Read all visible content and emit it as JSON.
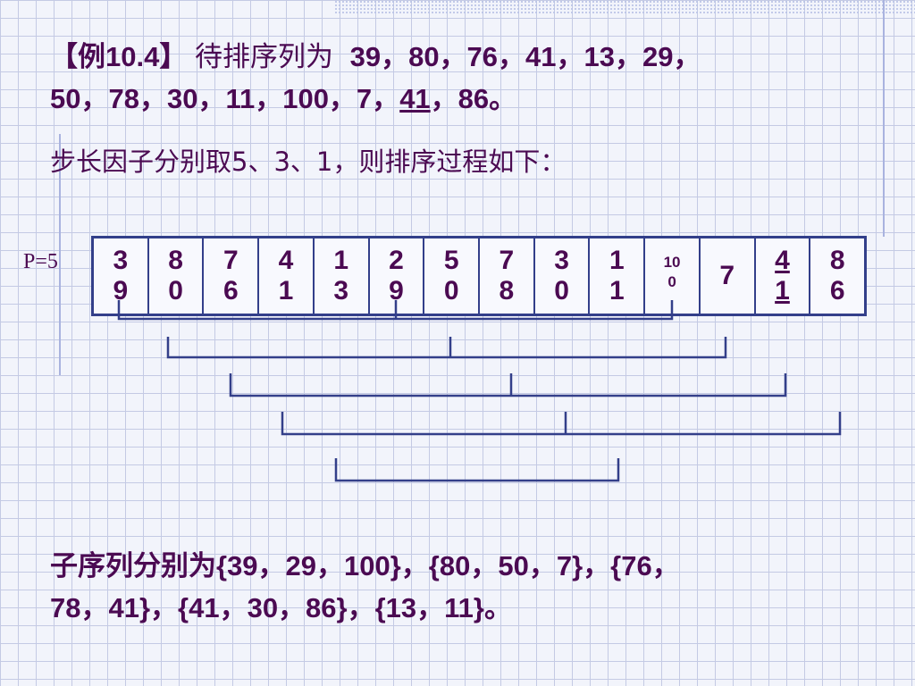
{
  "title_line1": {
    "prefix": "【例10.4】",
    "label": "待排序列为",
    "values": "39，80，76，41，13，29，"
  },
  "title_line2": {
    "before": "50，78，30，11，100，7，",
    "underlined": "41",
    "after": "，86。"
  },
  "step_line": "步长因子分别取5、3、1，则排序过程如下：",
  "p_label": "P=5",
  "cells": [
    "39",
    "80",
    "76",
    "41",
    "13",
    "29",
    "50",
    "78",
    "30",
    "11",
    "100",
    "7",
    "41",
    "86"
  ],
  "result_line1": "子序列分别为{39，29，100}，{80，50，7}，{76，",
  "result_line2": "78，41}，{41，30，86}，{13，11}。"
}
